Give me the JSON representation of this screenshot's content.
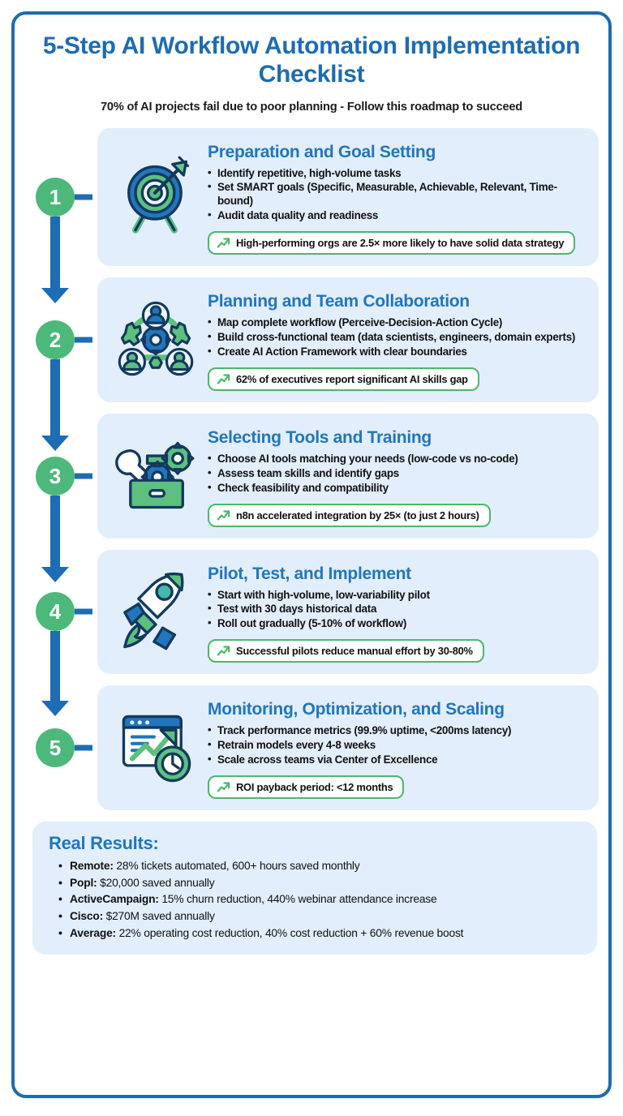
{
  "header": {
    "title": "5-Step AI Workflow Automation Implementation Checklist",
    "subtitle": "70% of AI projects fail due to poor planning - Follow this roadmap to succeed"
  },
  "colors": {
    "frame_border": "#1b6cb0",
    "title_blue": "#1d6cb4",
    "step_title_blue": "#2176bd",
    "badge_green": "#4cb87a",
    "card_bg": "#e2eefb",
    "stat_border_green": "#4cb86a",
    "arrow_blue": "#1d6cb4"
  },
  "steps": [
    {
      "number": "1",
      "icon": "target-arrow-icon",
      "title": "Preparation and Goal Setting",
      "bullets": [
        "Identify repetitive, high-volume tasks",
        "Set SMART goals (Specific, Measurable, Achievable, Relevant, Time-bound)",
        "Audit data quality and readiness"
      ],
      "stat": "High-performing orgs are 2.5× more likely to have solid data strategy"
    },
    {
      "number": "2",
      "icon": "team-collaboration-icon",
      "title": "Planning and Team Collaboration",
      "bullets": [
        "Map complete workflow (Perceive-Decision-Action Cycle)",
        "Build cross-functional team (data scientists, engineers, domain experts)",
        "Create AI Action Framework with clear boundaries"
      ],
      "stat": "62% of executives report significant AI skills gap"
    },
    {
      "number": "3",
      "icon": "toolbox-icon",
      "title": "Selecting Tools and Training",
      "bullets": [
        "Choose AI tools matching your needs (low-code vs no-code)",
        "Assess team skills and identify gaps",
        "Check feasibility and compatibility"
      ],
      "stat": "n8n accelerated integration by 25× (to just 2 hours)"
    },
    {
      "number": "4",
      "icon": "rocket-icon",
      "title": "Pilot, Test, and Implement",
      "bullets": [
        "Start with high-volume, low-variability pilot",
        "Test with 30 days historical data",
        "Roll out gradually (5-10% of workflow)"
      ],
      "stat": "Successful pilots reduce manual effort by 30-80%"
    },
    {
      "number": "5",
      "icon": "analytics-dashboard-clock-icon",
      "title": "Monitoring, Optimization, and Scaling",
      "bullets": [
        "Track performance metrics (99.9% uptime, <200ms latency)",
        "Retrain models every 4-8 weeks",
        "Scale across teams via Center of Excellence"
      ],
      "stat": "ROI payback period: <12 months"
    }
  ],
  "results": {
    "title": "Real Results:",
    "items": [
      {
        "label": "Remote:",
        "text": " 28% tickets automated, 600+ hours saved monthly"
      },
      {
        "label": "Popl:",
        "text": " $20,000 saved annually"
      },
      {
        "label": "ActiveCampaign:",
        "text": " 15% churn reduction, 440% webinar attendance increase"
      },
      {
        "label": "Cisco:",
        "text": " $270M saved annually"
      },
      {
        "label": "Average:",
        "text": " 22% operating cost reduction, 40% cost reduction + 60% revenue boost"
      }
    ]
  }
}
